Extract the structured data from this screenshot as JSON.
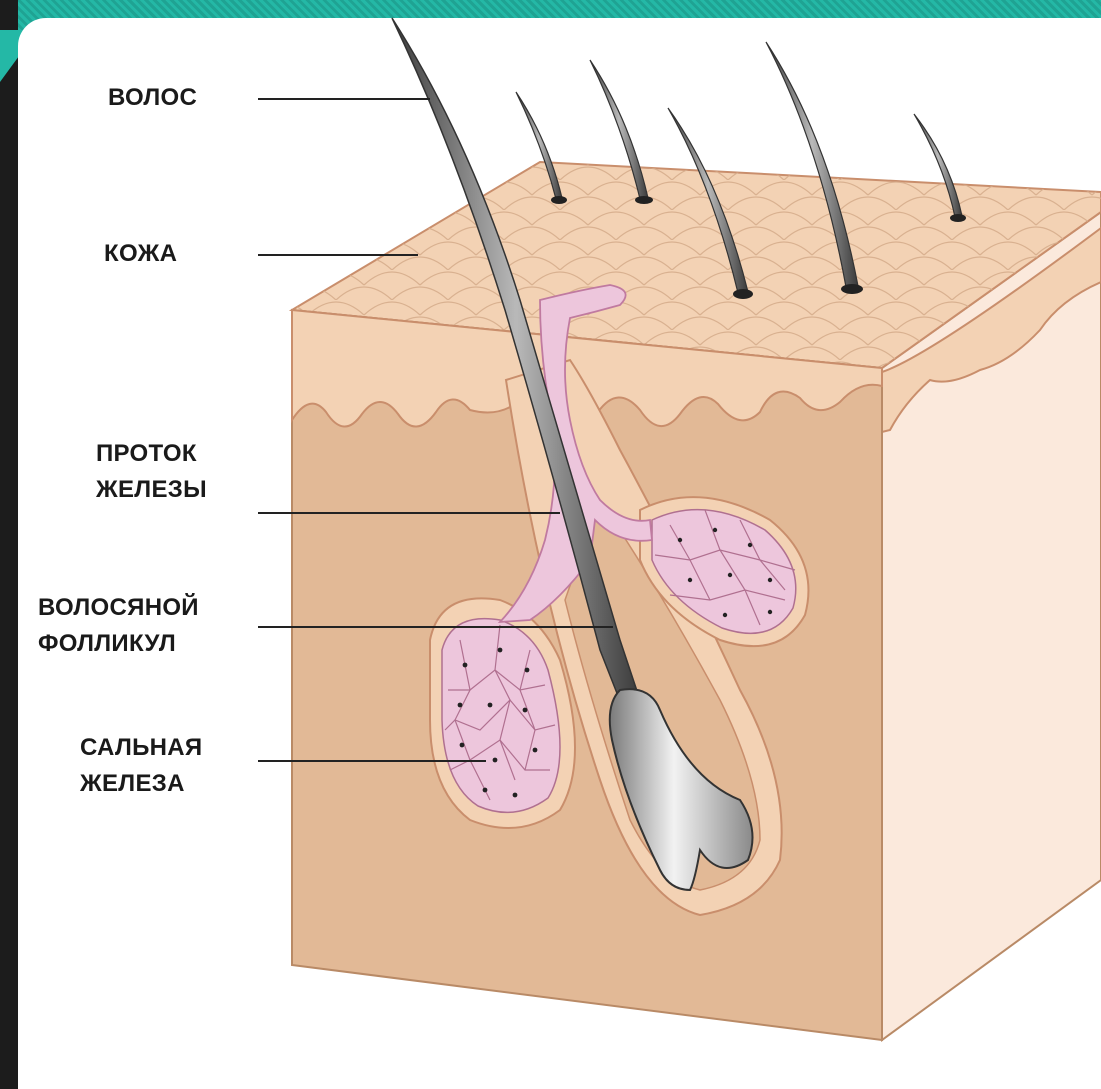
{
  "labels": {
    "hair": [
      "ВОЛОС"
    ],
    "skin": [
      "КОЖА"
    ],
    "duct": [
      "ПРОТОК",
      "ЖЕЛЕЗЫ"
    ],
    "follicle": [
      "ВОЛОСЯНОЙ",
      "ФОЛЛИКУЛ"
    ],
    "gland": [
      "САЛЬНАЯ",
      "ЖЕЛЕЗА"
    ]
  },
  "colors": {
    "frame_accent": "#24b8a6",
    "frame_dark": "#1c1c1c",
    "skin_top": "#f3d2b4",
    "dermis": "#e2b996",
    "side_face": "#fbe9dc",
    "gland_pink": "#edc6dc",
    "hair": "#6e6e6e"
  }
}
